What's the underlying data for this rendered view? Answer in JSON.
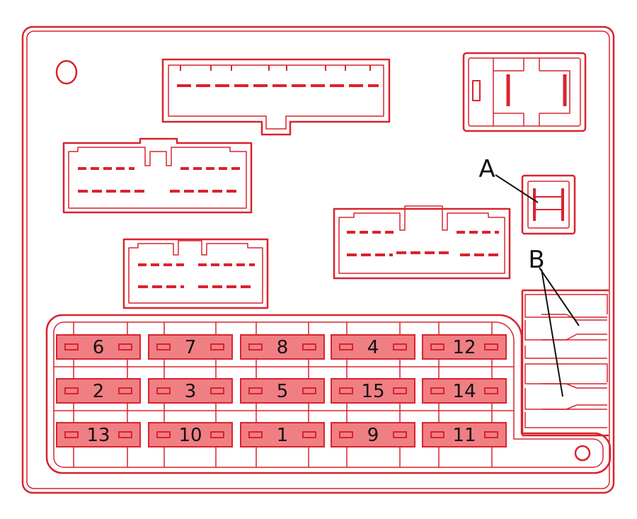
{
  "callouts": {
    "a": "A",
    "b": "B"
  },
  "fuses": [
    {
      "row": 0,
      "col": 0,
      "label": "6"
    },
    {
      "row": 0,
      "col": 1,
      "label": "7"
    },
    {
      "row": 0,
      "col": 2,
      "label": "8"
    },
    {
      "row": 0,
      "col": 3,
      "label": "4"
    },
    {
      "row": 0,
      "col": 4,
      "label": "12"
    },
    {
      "row": 1,
      "col": 0,
      "label": "2"
    },
    {
      "row": 1,
      "col": 1,
      "label": "3"
    },
    {
      "row": 1,
      "col": 2,
      "label": "5"
    },
    {
      "row": 1,
      "col": 3,
      "label": "15"
    },
    {
      "row": 1,
      "col": 4,
      "label": "14"
    },
    {
      "row": 2,
      "col": 0,
      "label": "13"
    },
    {
      "row": 2,
      "col": 1,
      "label": "10"
    },
    {
      "row": 2,
      "col": 2,
      "label": "1"
    },
    {
      "row": 2,
      "col": 3,
      "label": "9"
    },
    {
      "row": 2,
      "col": 4,
      "label": "11"
    }
  ],
  "colors": {
    "line": "#d9232e",
    "fuse_fill": "#f07f84",
    "background": "#ffffff",
    "callout_ink": "#111111"
  }
}
